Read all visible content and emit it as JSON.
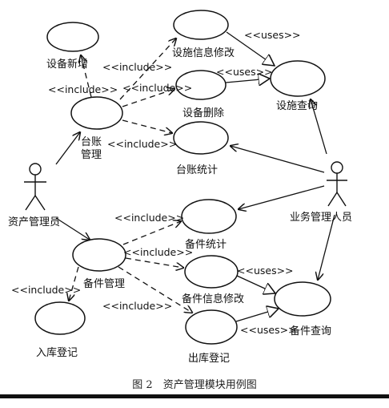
{
  "diagram": {
    "type": "uml-use-case",
    "caption": "图 2　资产管理模块用例图",
    "actors": [
      {
        "id": "asset-manager",
        "label": "资产管理员"
      },
      {
        "id": "business-manager",
        "label": "业务管理人员"
      }
    ],
    "use_cases": [
      {
        "id": "uc-device-add",
        "label": "设备新增"
      },
      {
        "id": "uc-facility-modify",
        "label": "设施信息修改"
      },
      {
        "id": "uc-device-delete",
        "label": "设备删除"
      },
      {
        "id": "uc-facility-query",
        "label": "设施查询"
      },
      {
        "id": "uc-ledger-mgmt",
        "label": "台账\n管理"
      },
      {
        "id": "uc-ledger-stats",
        "label": "台账统计"
      },
      {
        "id": "uc-parts-stats",
        "label": "备件统计"
      },
      {
        "id": "uc-parts-mgmt",
        "label": "备件管理"
      },
      {
        "id": "uc-parts-modify",
        "label": "备件信息修改"
      },
      {
        "id": "uc-parts-query",
        "label": "备件查询"
      },
      {
        "id": "uc-stock-in",
        "label": "入库登记"
      },
      {
        "id": "uc-stock-out",
        "label": "出库登记"
      }
    ],
    "relations": [
      {
        "from": "uc-ledger-mgmt",
        "to": "uc-device-add",
        "kind": "include",
        "label": "<<include>>"
      },
      {
        "from": "uc-ledger-mgmt",
        "to": "uc-facility-modify",
        "kind": "include",
        "label": "<<include>>"
      },
      {
        "from": "uc-ledger-mgmt",
        "to": "uc-device-delete",
        "kind": "include",
        "label": "<<include>>"
      },
      {
        "from": "uc-ledger-mgmt",
        "to": "uc-ledger-stats",
        "kind": "include",
        "label": "<<include>>"
      },
      {
        "from": "uc-facility-modify",
        "to": "uc-facility-query",
        "kind": "uses",
        "label": "<<uses>>"
      },
      {
        "from": "uc-device-delete",
        "to": "uc-facility-query",
        "kind": "uses",
        "label": "<<uses>>"
      },
      {
        "from": "uc-parts-mgmt",
        "to": "uc-parts-stats",
        "kind": "include",
        "label": "<<include>>"
      },
      {
        "from": "uc-parts-mgmt",
        "to": "uc-parts-modify",
        "kind": "include",
        "label": "<<include>>"
      },
      {
        "from": "uc-parts-mgmt",
        "to": "uc-stock-in",
        "kind": "include",
        "label": "<<include>>"
      },
      {
        "from": "uc-parts-mgmt",
        "to": "uc-stock-out",
        "kind": "include",
        "label": "<<include>>"
      },
      {
        "from": "uc-parts-modify",
        "to": "uc-parts-query",
        "kind": "uses",
        "label": "<<uses>>"
      },
      {
        "from": "uc-stock-out",
        "to": "uc-parts-query",
        "kind": "uses",
        "label": "<<uses>>"
      },
      {
        "from": "asset-manager",
        "to": "uc-ledger-mgmt",
        "kind": "association"
      },
      {
        "from": "asset-manager",
        "to": "uc-parts-mgmt",
        "kind": "association"
      },
      {
        "from": "business-manager",
        "to": "uc-facility-query",
        "kind": "association"
      },
      {
        "from": "business-manager",
        "to": "uc-ledger-stats",
        "kind": "association"
      },
      {
        "from": "business-manager",
        "to": "uc-parts-stats",
        "kind": "association"
      },
      {
        "from": "business-manager",
        "to": "uc-parts-query",
        "kind": "association"
      }
    ]
  }
}
